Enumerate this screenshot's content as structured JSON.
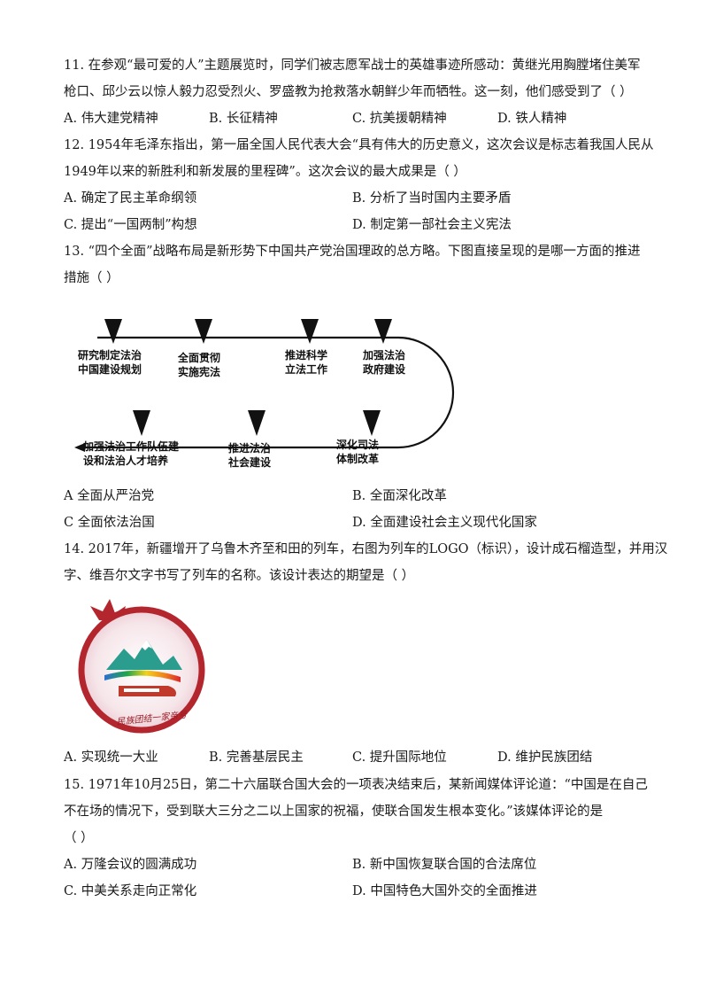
{
  "q11": {
    "line1": "11. 在参观“最可爱的人”主题展览时，同学们被志愿军战士的英雄事迹所感动：黄继光用胸膛堵住美军",
    "line2": "枪口、邱少云以惊人毅力忍受烈火、罗盛教为抢救落水朝鲜少年而牺牲。这一刻，他们感受到了（      ）",
    "options": [
      "A. 伟大建党精神",
      "B. 长征精神",
      "C. 抗美援朝精神",
      "D. 铁人精神"
    ]
  },
  "q12": {
    "line1": "12. 1954年毛泽东指出，第一届全国人民代表大会“具有伟大的历史意义，这次会议是标志着我国人民从",
    "line2": "1949年以来的新胜利和新发展的里程碑”。这次会议的最大成果是（      ）",
    "options": [
      "A. 确定了民主革命纲领",
      "B. 分析了当时国内主要矛盾",
      "C. 提出“一国两制”构想",
      "D. 制定第一部社会主义宪法"
    ]
  },
  "q13": {
    "line1": "13. “四个全面”战略布局是新形势下中国共产党治国理政的总方略。下图直接呈现的是哪一方面的推进",
    "line2": "措施（      ）",
    "diagram": {
      "top": [
        [
          "研究制定法治",
          "中国建设规划"
        ],
        [
          "全面贯彻",
          "实施宪法"
        ],
        [
          "推进科学",
          "立法工作"
        ],
        [
          "加强法治",
          "政府建设"
        ]
      ],
      "bottom": [
        [
          "加强法治工作队伍建",
          "设和法治人才培养"
        ],
        [
          "推进法治",
          "社会建设"
        ],
        [
          "深化司法",
          "体制改革"
        ]
      ]
    },
    "options": [
      "A 全面从严治党",
      "B. 全面深化改革",
      "C 全面依法治国",
      "D. 全面建设社会主义现代化国家"
    ]
  },
  "q14": {
    "line1": "14. 2017年，新疆增开了乌鲁木齐至和田的列车，右图为列车的LOGO（标识），设计成石榴造型，并用汉",
    "line2": "字、维吾尔文字书写了列车的名称。该设计表达的期望是（      ）",
    "logo_text": "民族团结一家亲号",
    "options": [
      "A. 实现统一大业",
      "B. 完善基层民主",
      "C. 提升国际地位",
      "D. 维护民族团结"
    ]
  },
  "q15": {
    "line1": "15. 1971年10月25日，第二十六届联合国大会的一项表决结束后，某新闻媒体评论道：“中国是在自己",
    "line2": "不在场的情况下，受到联大三分之二以上国家的祝福，使联合国发生根本变化。”该媒体评论的是",
    "line3": "（      ）",
    "options": [
      "A. 万隆会议的圆满成功",
      "B. 新中国恢复联合国的合法席位",
      "C. 中美关系走向正常化",
      "D. 中国特色大国外交的全面推进"
    ]
  }
}
